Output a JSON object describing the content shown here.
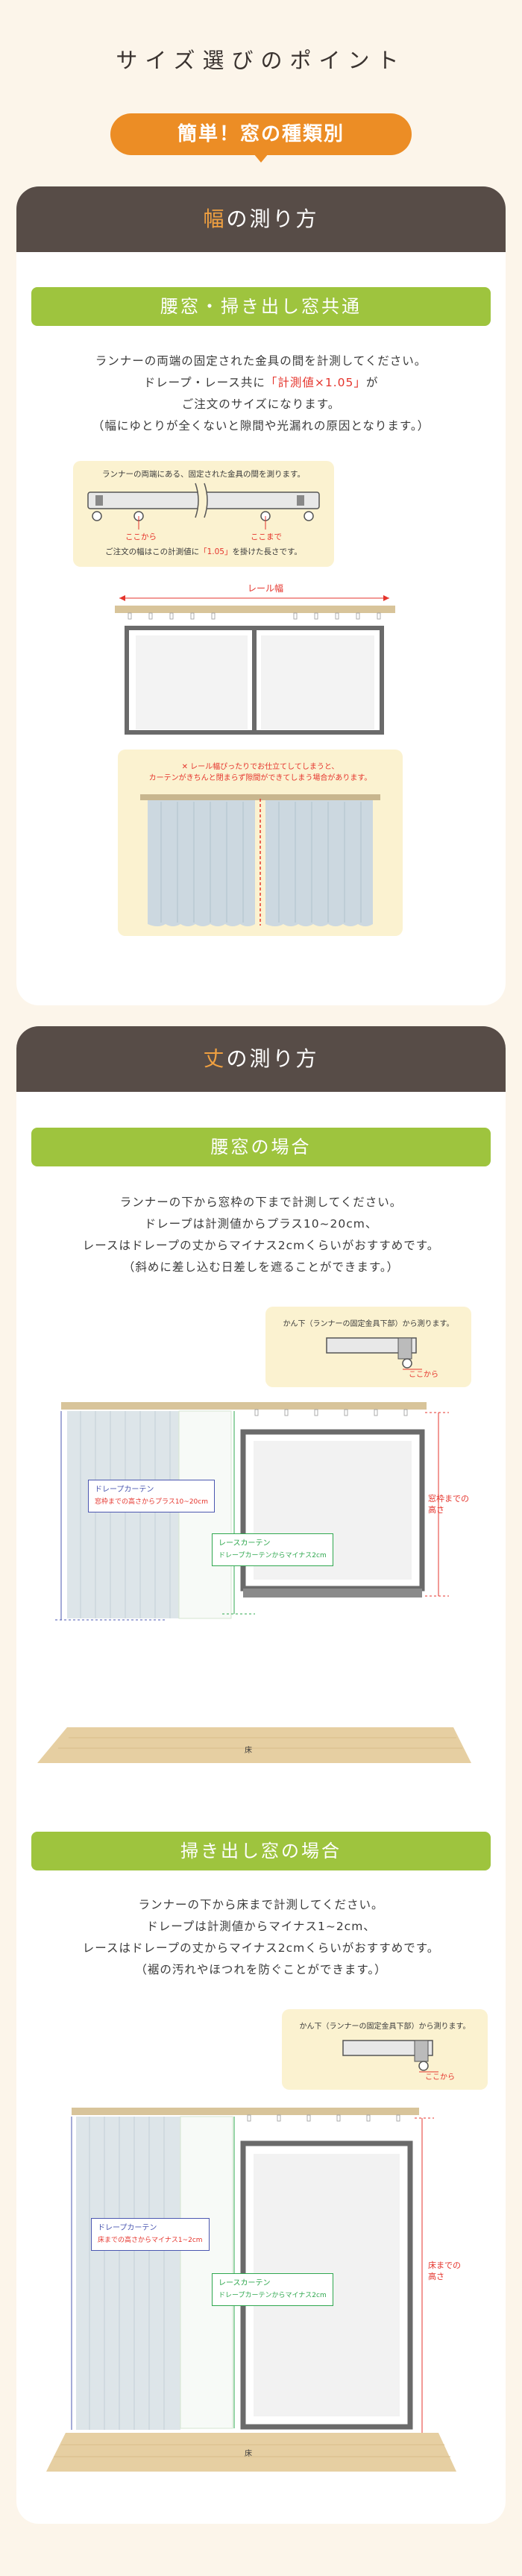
{
  "page_title": "サイズ選びのポイント",
  "pill_label": "簡単！窓の種類別",
  "width_section": {
    "title_highlight": "幅",
    "title_rest": "の測り方",
    "bar": "腰窓・掃き出し窓共通",
    "lines": [
      "ランナーの両端の固定された金具の間を計測してください。",
      "ドレープ・レース共に",
      "「計測値×1.05」",
      "が",
      "ご注文のサイズになります。",
      "（幅にゆとりが全くないと隙間や光漏れの原因となります。）"
    ],
    "note_top": "ランナーの両端にある、固定された金具の間を測ります。",
    "note_left": "ここから",
    "note_right": "ここまで",
    "note_bottom_a": "ご注文の幅はこの計測値に",
    "note_bottom_red": "「1.05」",
    "note_bottom_b": "を掛けた長さです。",
    "rail_label": "レール幅",
    "warn_1": "✕ レール幅ぴったりでお仕立てしてしまうと、",
    "warn_2": "カーテンがきちんと閉まらず隙間ができてしまう場合があります。"
  },
  "length_section": {
    "title_highlight": "丈",
    "title_rest": "の測り方",
    "waist": {
      "bar": "腰窓の場合",
      "lines": [
        "ランナーの下から窓枠の下まで計測してください。",
        "ドレープは計測値からプラス10~20cm、",
        "レースはドレープの丈からマイナス2cmくらいがおすすめです。",
        "（斜めに差し込む日差しを遮ることができます。）"
      ],
      "callout_title": "かん下（ランナーの固定金具下部）から測ります。",
      "callout_here": "ここから",
      "drape_title": "ドレープカーテン",
      "drape_text": "窓枠までの高さからプラス10~20cm",
      "lace_title": "レースカーテン",
      "lace_text": "ドレープカーテンからマイナス2cm",
      "height_label_1": "窓枠までの",
      "height_label_2": "高さ",
      "floor": "床"
    },
    "sweep": {
      "bar": "掃き出し窓の場合",
      "lines": [
        "ランナーの下から床まで計測してください。",
        "ドレープは計測値からマイナス1~2cm、",
        "レースはドレープの丈からマイナス2cmくらいがおすすめです。",
        "（裾の汚れやほつれを防ぐことができます。）"
      ],
      "callout_title": "かん下（ランナーの固定金具下部）から測ります。",
      "callout_here": "ここから",
      "drape_title": "ドレープカーテン",
      "drape_text": "床までの高さからマイナス1~2cm",
      "lace_title": "レースカーテン",
      "lace_text": "ドレープカーテンからマイナス2cm",
      "height_label_1": "床までの",
      "height_label_2": "高さ",
      "floor": "床"
    }
  },
  "colors": {
    "orange": "#ec8d25",
    "dark": "#574c47",
    "green": "#9ec43e",
    "red": "#e5342c",
    "cream": "#fbf2d0"
  }
}
